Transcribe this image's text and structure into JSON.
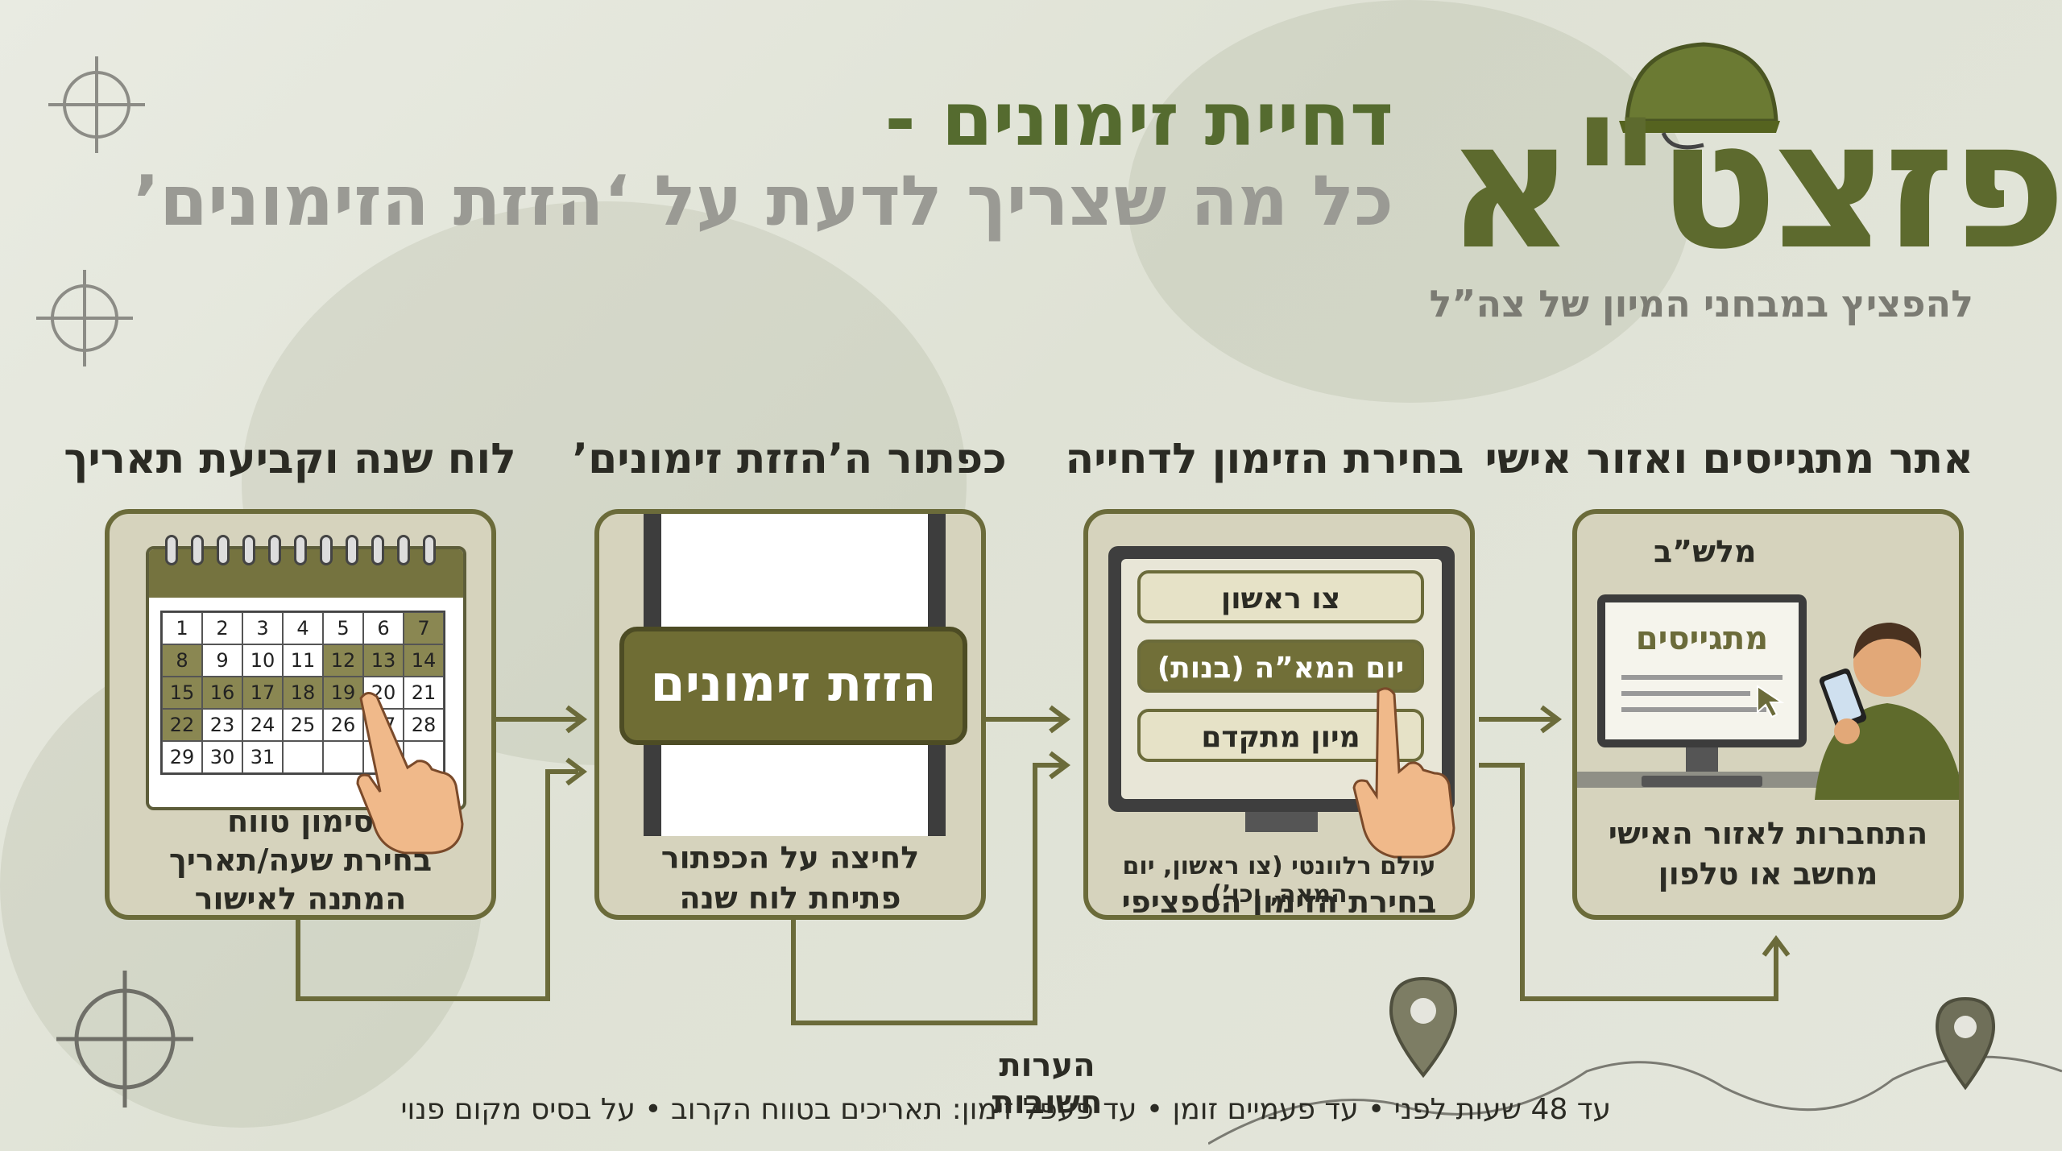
{
  "header": {
    "title_line1": "דחיית זימונים -",
    "title_line2": "כל מה שצריך לדעת על ‘הזזת הזימונים’"
  },
  "brand": {
    "logo_text": "פזצט\"א",
    "tagline": "להפציץ במבחני המיון של צה”ל"
  },
  "steps": [
    {
      "title": "אתר מתגייסים ואזור אישי",
      "screen_label": "מלש”ב",
      "screen_word": "מתגייסים",
      "caption_line1": "התחברות לאזור האישי",
      "caption_line2": "מחשב או טלפון"
    },
    {
      "title": "בחירת הזימון לדחייה",
      "options": [
        "צו ראשון",
        "יום המא”ה (בנות)",
        "מיון מתקדם"
      ],
      "caption_line1": "עולם רלוונטי (צו ראשון, יום המאה, וכו’)",
      "caption_line2": "בחירת הזימון הספציפי"
    },
    {
      "title": "כפתור ה’הזזת זימונים’",
      "button_label": "הזזת זימונים",
      "caption_line1": "לחיצה על הכפתור",
      "caption_line2": "פתיחת לוח שנה"
    },
    {
      "title": "לוח שנה וקביעת תאריך",
      "calendar_days": [
        "1",
        "2",
        "3",
        "4",
        "5",
        "6",
        "7",
        "8",
        "9",
        "10",
        "11",
        "12",
        "13",
        "14",
        "15",
        "16",
        "17",
        "18",
        "19",
        "20",
        "21",
        "22",
        "23",
        "24",
        "25",
        "26",
        "27",
        "28",
        "29",
        "30",
        "31"
      ],
      "caption_line1": "סימון טווח",
      "caption_line2": "בחירת שעה/תאריך",
      "caption_line3": "המתנה לאישור"
    }
  ],
  "notes": {
    "title": "הערות חשובות",
    "text": "עד 48 שעות לפני • עד פעמיים זומן • עד פעפל זימון: תאריכים בטווח הקרוב • על בסיס מקום פנוי"
  },
  "colors": {
    "accent": "#556b2f",
    "card_bg": "#d6d3bd",
    "card_border": "#6b6b3a"
  }
}
